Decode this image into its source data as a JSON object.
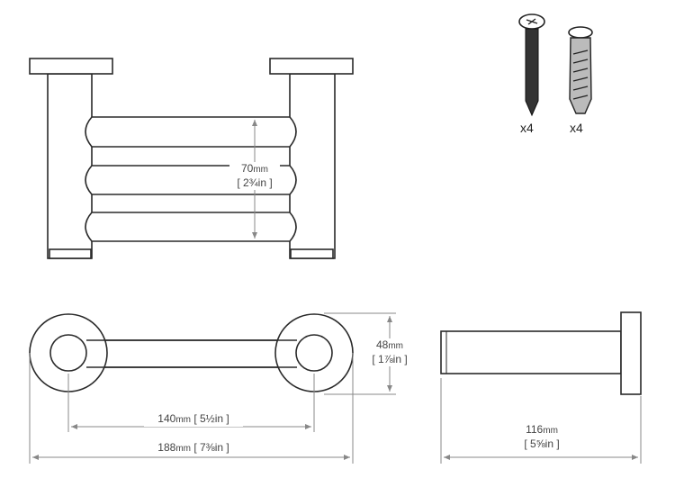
{
  "hardware": {
    "screw": {
      "icon": "screw-icon",
      "quantity": "x4"
    },
    "anchor": {
      "icon": "wall-anchor-icon",
      "quantity": "x4"
    }
  },
  "dimensions": {
    "height": {
      "value": "70",
      "unit": "mm",
      "imperial": "[ 2¾in ]"
    },
    "depth_plate": {
      "value": "48",
      "unit": "mm",
      "imperial": "[ 1⅞in ]"
    },
    "center_to_center": {
      "value": "140",
      "unit": "mm",
      "imperial": "[ 5½in ]"
    },
    "overall_width": {
      "value": "188",
      "unit": "mm",
      "imperial": "[ 7⅜in ]"
    },
    "projection": {
      "value": "116",
      "unit": "mm",
      "imperial": "[ 5⅝in ]"
    }
  },
  "colors": {
    "line": "#2a2a2a",
    "dimension": "#888888",
    "text": "#444444"
  }
}
